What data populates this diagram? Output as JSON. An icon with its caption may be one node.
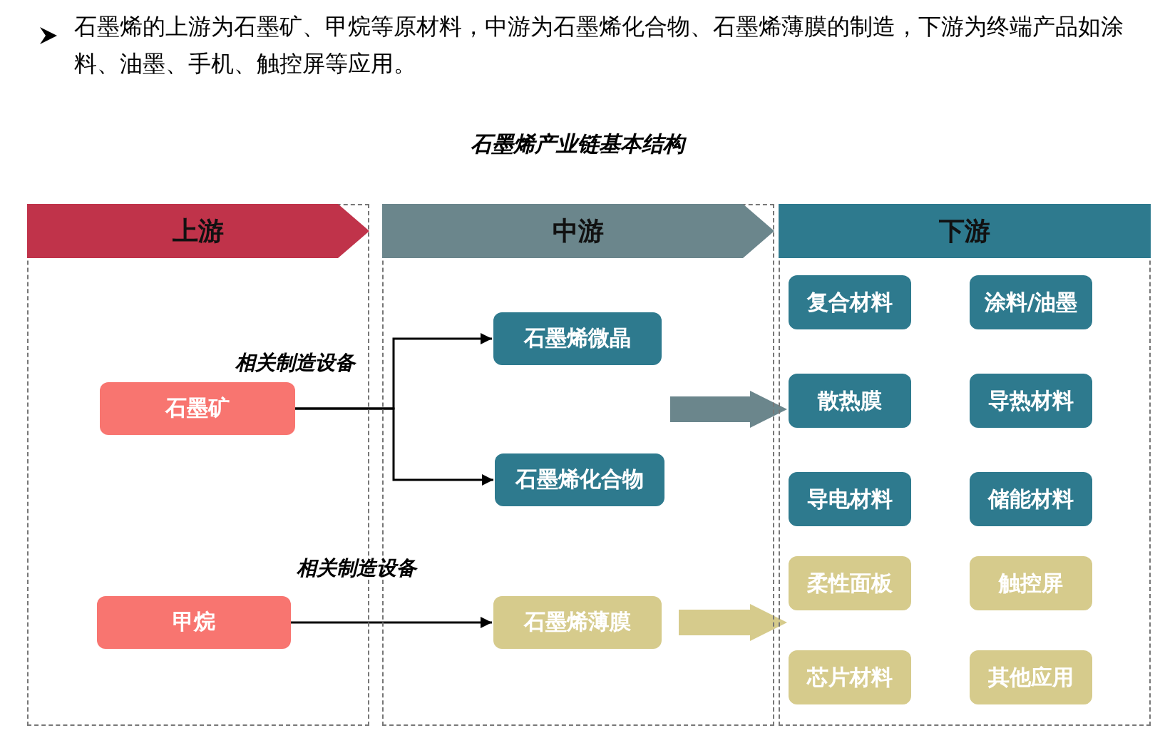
{
  "diagram": {
    "title": "石墨烯产业链基本结构",
    "nodes": [
      {
        "text": [
          "上游"
        ]
      },
      {
        "text": [
          "中游"
        ]
      },
      {
        "text": [
          "下游"
        ]
      },
      {
        "text": [
          "石墨矿"
        ],
        "in": 0
      },
      {
        "text": [
          "甲烷"
        ],
        "in": 0
      },
      {
        "text": [
          "石墨烯微晶"
        ],
        "in": 1
      },
      {
        "text": [
          "石墨烯化合物"
        ],
        "in": 1
      },
      {
        "text": [
          "石墨烯薄膜"
        ],
        "in": 1
      },
      {
        "text": [
          "复合材料"
        ],
        "in": 2
      },
      {
        "text": [
          "涂料/油墨"
        ],
        "in": 2
      },
      {
        "text": [
          "散热膜"
        ],
        "in": 2
      },
      {
        "text": [
          "导热材料"
        ],
        "in": 2
      },
      {
        "text": [
          "导电材料"
        ],
        "in": 2
      },
      {
        "text": [
          "储能材料"
        ],
        "in": 2
      },
      {
        "text": [
          "柔性面板"
        ],
        "in": 2
      },
      {
        "text": [
          "触控屏"
        ],
        "in": 2
      },
      {
        "text": [
          "芯片材料"
        ],
        "in": 2
      },
      {
        "text": [
          "其他应用"
        ],
        "in": 2
      }
    ],
    "edges": [
      {
        "from": 3,
        "to": 5,
        "arrow": "to",
        "label": "相关制造设备"
      },
      {
        "from": 3,
        "to": 6,
        "arrow": "to"
      },
      {
        "from": 4,
        "to": 7,
        "arrow": "to",
        "label": "相关制造设备"
      },
      {
        "from": null,
        "to": 2,
        "arrow": "to",
        "style": "thick",
        "color": "#6b868c"
      },
      {
        "from": 7,
        "to": 2,
        "arrow": "to",
        "style": "thick",
        "color": "#d6cb8c"
      }
    ],
    "labels": [
      "石墨烯的上游为石墨矿、甲烷等原材料，中游为石墨烯化合物、石墨烯薄膜的制造，下游为终端产品如涂料、油墨、手机、触控屏等应用。"
    ]
  }
}
